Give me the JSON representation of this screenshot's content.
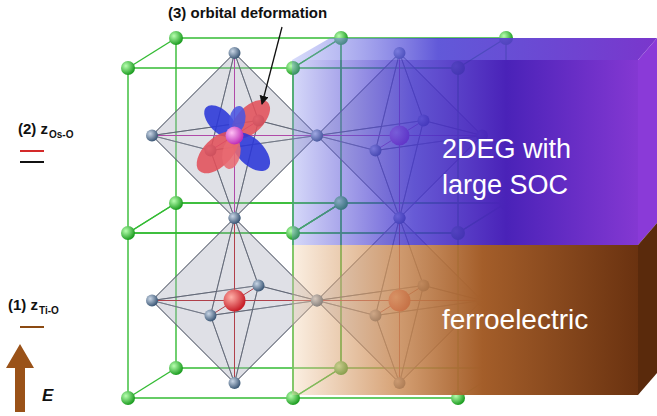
{
  "diagram": {
    "nodes": [
      {
        "text": [
          "2DEG with large SOC"
        ]
      },
      {
        "text": [
          "ferroelectric"
        ]
      }
    ],
    "labels": [
      "(3) orbital deformation",
      "(2) z",
      "Os-O",
      "(1) z",
      "Ti-O",
      "E"
    ]
  }
}
